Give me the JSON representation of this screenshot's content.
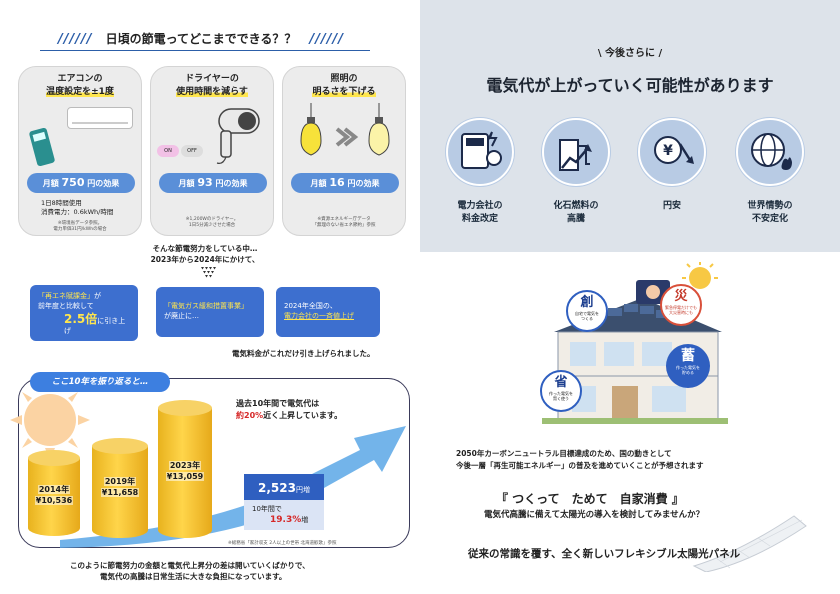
{
  "left_header": {
    "slashes_left": "//////",
    "title": "日頃の節電ってどこまでできる？？",
    "slashes_right": "//////"
  },
  "cards": [
    {
      "title_1": "エアコンの",
      "title_2": "温度設定を±1度",
      "effect_prefix": "月額",
      "effect_value": "750",
      "effect_suffix": "円の効果",
      "detail_1": "1日8時間使用",
      "detail_2": "消費電力：0.6kWh/時間",
      "note_1": "※環境省データ参照。",
      "note_2": "電力単価31円/kWhの場合"
    },
    {
      "title_1": "ドライヤーの",
      "title_2": "使用時間を減らす",
      "on": "ON",
      "off": "OFF",
      "effect_prefix": "月額",
      "effect_value": "93",
      "effect_suffix": "円の効果",
      "note_1": "※1,200Wのドライヤー。",
      "note_2": "1日5分減少させた場合"
    },
    {
      "title_1": "照明の",
      "title_2": "明るさを下げる",
      "effect_prefix": "月額",
      "effect_value": "16",
      "effect_suffix": "円の効果",
      "note_1": "※資源エネルギー庁データ",
      "note_2": "「無理のない省エネ節約」参照"
    }
  ],
  "mid_text": {
    "line1": "そんな節電努力をしている中…",
    "line2": "2023年から2024年にかけて、"
  },
  "boxes": [
    {
      "a": "「再エネ賦課金」",
      "b": "が",
      "c": "前年度と比較して",
      "num": "2.5倍",
      "d": "に引き上げ"
    },
    {
      "a": "「電気ガス緩和措置事業」",
      "b": "が廃止に…"
    },
    {
      "a": "2024年全国の、",
      "b": "電力会社の一斉値上げ"
    }
  ],
  "box_caption": "電気料金がこれだけ引き上げられました。",
  "retro": {
    "pill": "ここ10年を振り返ると…",
    "headline_1": "過去10年間で電気代は",
    "headline_2a": "約20%",
    "headline_2b": "近く上昇しています。",
    "bars": [
      {
        "year": "2014年",
        "value": "¥10,536"
      },
      {
        "year": "2019年",
        "value": "¥11,658"
      },
      {
        "year": "2023年",
        "value": "¥13,059"
      }
    ],
    "increase_value": "2,523",
    "increase_unit": "円増",
    "ten_years": "10年間で",
    "pct": "19.3%",
    "pct_suffix": "増",
    "source": "※総務省「家計収支 2人以上の世帯 北海道歓歌」参照"
  },
  "bottom_left": {
    "line1": "このように節電努力の金額と電気代上昇分の差は開いていくばかりで、",
    "line2": "電気代の高騰は日常生活に大きな負担になっています。"
  },
  "right_header": {
    "kicker_l": "\\",
    "kicker": "今後さらに",
    "kicker_r": "/",
    "title": "電気代が上がっていく可能性があります"
  },
  "factors": [
    {
      "l1": "電力会社の",
      "l2": "料金改定"
    },
    {
      "l1": "化石燃料の",
      "l2": "高騰"
    },
    {
      "l1": "円安",
      "l2": "",
      "yen": "¥"
    },
    {
      "l1": "世界情勢の",
      "l2": "不安定化"
    }
  ],
  "house": {
    "create": "創",
    "create_sub1": "自宅で電気を",
    "create_sub2": "つくる",
    "disaster": "災",
    "disaster_sub1": "緊急停電だけでも",
    "disaster_sub2": "大災害時にも",
    "store": "蓄",
    "store_sub1": "作った電気を",
    "store_sub2": "貯める",
    "save": "省",
    "save_sub1": "作った電気を",
    "save_sub2": "賢く使う"
  },
  "bottom_right": {
    "line1": "2050年カーボンニュートラル目標達成のため、国の動きとして",
    "line2": "今後一層「再生可能エネルギー」の普及を進めていくことが予想されます",
    "quote": "『 つくって　ためて　自家消費 』",
    "sub": "電気代高騰に備えて太陽光の導入を検討してみませんか？",
    "final": "従来の常識を覆す、全く新しいフレキシブル太陽光パネル"
  },
  "colors": {
    "accent_blue": "#3d6fcf",
    "highlight_yellow": "#ffe64d",
    "red": "#d62828",
    "bar_gold": "#f2c12e",
    "panel_bg": "#dde3ea"
  }
}
